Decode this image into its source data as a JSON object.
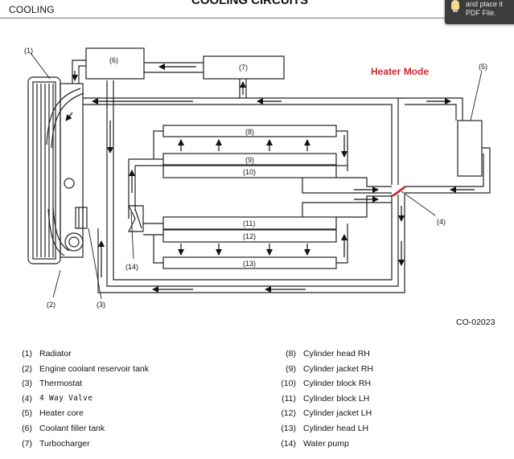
{
  "header": {
    "section": "COOLING",
    "title": "COOLING CIRCUITS"
  },
  "notification": {
    "text_line1": "and place it",
    "text_line2": "PDF File."
  },
  "diagram": {
    "mode_label": "Heater Mode",
    "mode_color": "#d0282c",
    "figure_code": "CO-02023",
    "callouts": {
      "c1": "(1)",
      "c2": "(2)",
      "c3": "(3)",
      "c4": "(4)",
      "c5": "(5)",
      "c6": "(6)",
      "c7": "(7)",
      "c8": "(8)",
      "c9": "(9)",
      "c10": "(10)",
      "c11": "(11)",
      "c12": "(12)",
      "c13": "(13)",
      "c14": "(14)"
    }
  },
  "legend": {
    "left": [
      {
        "num": "(1)",
        "label": "Radiator"
      },
      {
        "num": "(2)",
        "label": "Engine coolant reservoir tank"
      },
      {
        "num": "(3)",
        "label": "Thermostat"
      },
      {
        "num": "(4)",
        "label": "4 Way Valve"
      },
      {
        "num": "(5)",
        "label": "Heater core"
      },
      {
        "num": "(6)",
        "label": "Coolant filler tank"
      },
      {
        "num": "(7)",
        "label": "Turbocharger"
      }
    ],
    "right": [
      {
        "num": "(8)",
        "label": "Cylinder head RH"
      },
      {
        "num": "(9)",
        "label": "Cylinder jacket RH"
      },
      {
        "num": "(10)",
        "label": "Cylinder block RH"
      },
      {
        "num": "(11)",
        "label": "Cylinder block LH"
      },
      {
        "num": "(12)",
        "label": "Cylinder jacket LH"
      },
      {
        "num": "(13)",
        "label": "Cylinder head LH"
      },
      {
        "num": "(14)",
        "label": "Water pump"
      }
    ]
  }
}
